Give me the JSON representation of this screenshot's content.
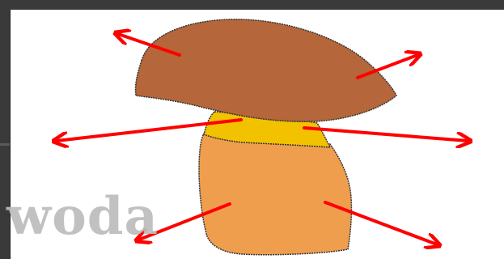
{
  "workspace": {
    "watermark_text": "woda"
  },
  "colors": {
    "background": "#ffffff",
    "panel": "#3a3a3a",
    "cap": "#b5663a",
    "ring": "#f2c200",
    "stem": "#ef9e4e",
    "arrow": "#ff0000",
    "outline": "#333333"
  },
  "illustration": {
    "subject": "mushroom",
    "parts": [
      "cap",
      "ring",
      "stem"
    ],
    "arrow_count": 6,
    "icons": [
      "mushroom-cap",
      "mushroom-ring",
      "mushroom-stem",
      "red-arrow"
    ]
  }
}
